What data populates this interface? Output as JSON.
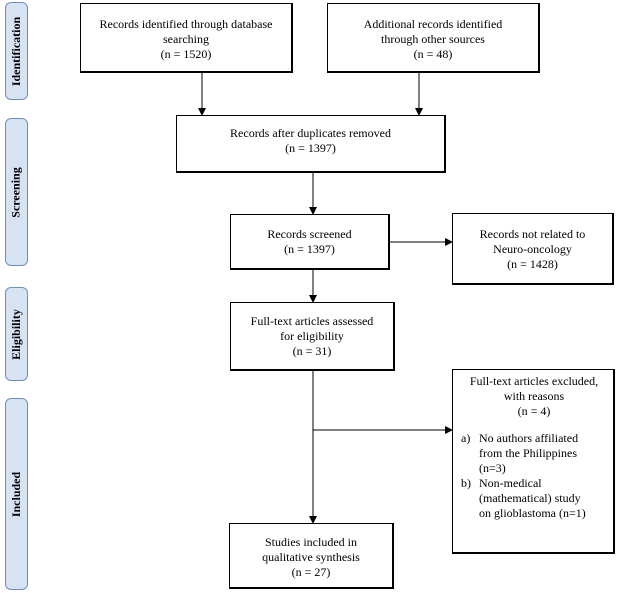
{
  "phases": [
    "Identification",
    "Screening",
    "Eligibility",
    "Included"
  ],
  "boxes": {
    "database": [
      "Records identified through database",
      "searching",
      "(n = 1520)"
    ],
    "other_sources": [
      "Additional records identified",
      "through other sources",
      "(n = 48)"
    ],
    "after_duplicates": [
      "Records after duplicates removed",
      "(n = 1397)"
    ],
    "screened": [
      "Records screened",
      "(n = 1397)"
    ],
    "not_related": [
      "Records not related to",
      "Neuro-oncology",
      "(n = 1428)"
    ],
    "fulltext": [
      "Full-text articles assessed",
      "for eligibility",
      "(n = 31)"
    ],
    "included": [
      "Studies included in",
      "qualitative synthesis",
      "(n = 27)"
    ]
  },
  "excluded": {
    "head": [
      "Full-text articles excluded,",
      "with reasons",
      "(n = 4)"
    ],
    "items": [
      {
        "marker": "a)",
        "lines": [
          "No authors affiliated",
          "from the Philippines",
          "(n=3)"
        ]
      },
      {
        "marker": "b)",
        "lines": [
          "Non-medical",
          "(mathematical) study",
          "on glioblastoma (n=1)"
        ]
      }
    ]
  }
}
